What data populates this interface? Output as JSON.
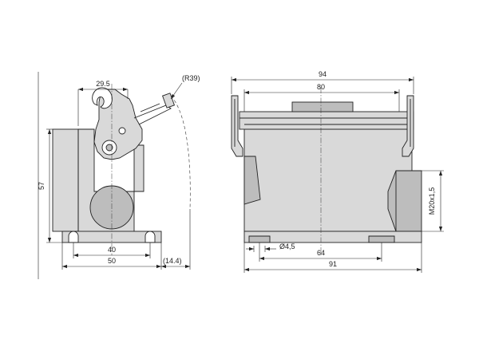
{
  "dimensions": {
    "side_top_width": "29.5",
    "radius": "(R39)",
    "side_height": "57",
    "side_hole_spacing": "40",
    "side_base_width": "50",
    "side_clearance": "(14.4)",
    "front_overall": "94",
    "front_top": "80",
    "thread": "M20x1,5",
    "hole_dia": "Ø4,5",
    "front_hole_spacing": "64",
    "front_base_length": "91"
  }
}
